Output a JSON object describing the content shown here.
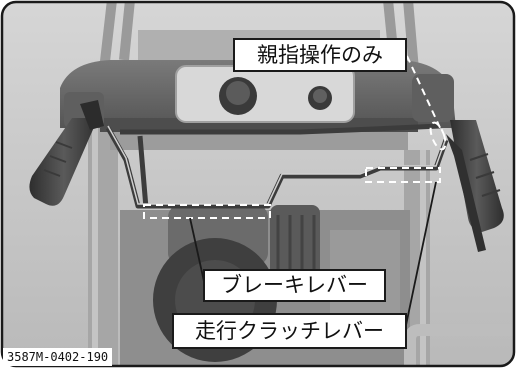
{
  "figure": {
    "callouts": {
      "thumb_operation": "親指操作のみ",
      "brake_lever": "ブレーキレバー",
      "travel_clutch_lever": "走行クラッチレバー"
    },
    "figure_code": "3587M-0402-190"
  },
  "colors": {
    "background": "#c8c8c8",
    "handle_grip": "#4a4a4a",
    "console": "#6a6a6a",
    "engine": "#555555",
    "callout_border": "#1a1a1a",
    "leader_dash": "#ffffff"
  }
}
